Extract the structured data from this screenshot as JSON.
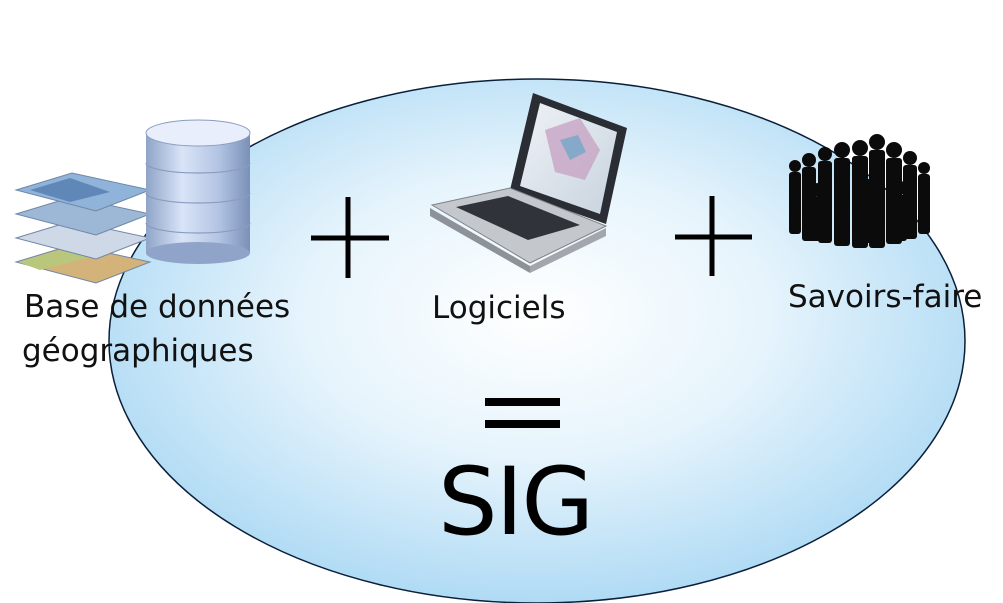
{
  "components": [
    {
      "label_line1": "Base de données",
      "label_line2": "géographiques",
      "icon": "database-maps-icon"
    },
    {
      "label": "Logiciels",
      "icon": "laptop-icon"
    },
    {
      "label": "Savoirs-faire",
      "icon": "people-crowd-icon"
    }
  ],
  "operators": {
    "plus_1": "+",
    "plus_2": "+",
    "equals": "="
  },
  "result": "SIG",
  "colors": {
    "ellipse_fill_center": "#ffffff",
    "ellipse_fill_edge": "#a6d6f3",
    "ellipse_stroke": "#0a1f3a",
    "text": "#111111"
  }
}
